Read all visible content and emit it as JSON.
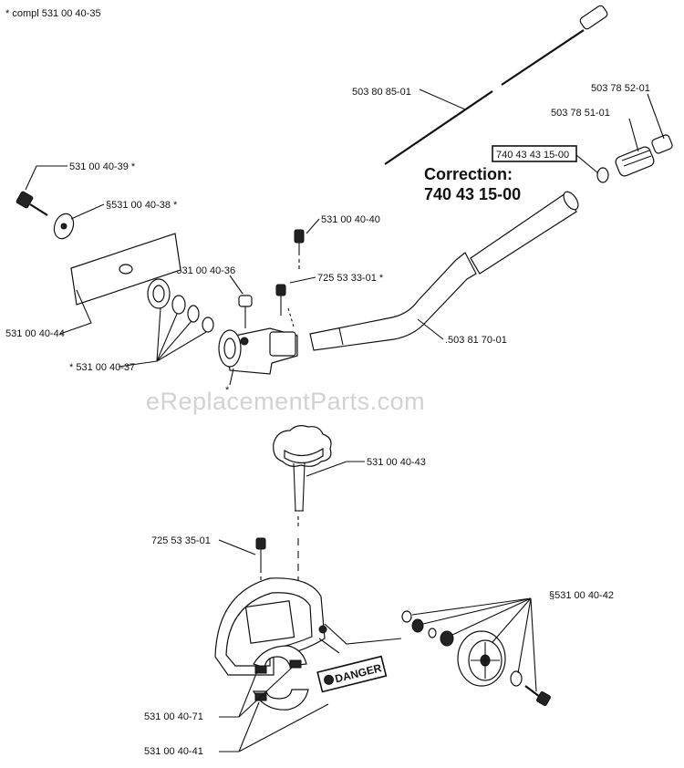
{
  "header": {
    "compl_label": "*  compl 531 00 40-35"
  },
  "correction": {
    "title": "Correction:",
    "number": "740 43 15-00",
    "boxed_number": "740 43 43 15-00"
  },
  "watermark": "eReplacementParts.com",
  "parts": {
    "p503808501": "503 80 85-01",
    "p503785201": "503 78 52-01",
    "p503785101": "503 78 51-01",
    "p531004039": "531 00 40-39  *",
    "p531004038": "§531 00 40-38  *",
    "p531004040": "531 00 40-40",
    "p531004036": "*  531 00 40-36",
    "p725533301": "725 53 33-01  *",
    "p531004044": "531 00 40-44",
    "p503817001": ".503 81 70-01",
    "p531004037": "*  531 00 40-37",
    "star_mark": "*",
    "p531004043": "531 00 40-43",
    "p725533501": "725 53 35-01",
    "p531004042": "§531 00 40-42",
    "p531004071": "531 00 40-71",
    "p531004041": "531 00 40-41"
  },
  "danger_label": "DANGER"
}
